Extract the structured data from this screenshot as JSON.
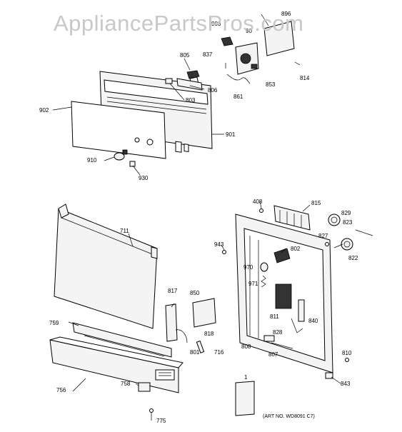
{
  "watermark": "AppliancePartsPros.com",
  "art_number": "(ART NO. WD8091 C7)",
  "callouts": {
    "p896": "896",
    "p903": "903",
    "p90": "90",
    "p837": "837",
    "p805": "805",
    "p814": "814",
    "p853": "853",
    "p806": "806",
    "p803": "803",
    "p861": "861",
    "p902": "902",
    "p901": "901",
    "p910": "910",
    "p930": "930",
    "p711": "711",
    "p408": "408",
    "p815": "815",
    "p829": "829",
    "p823": "823",
    "p827": "827",
    "p943": "943",
    "p802": "802",
    "p822": "822",
    "p970": "970",
    "p971": "971",
    "p817": "817",
    "p850": "850",
    "p811": "811",
    "p840": "840",
    "p759": "759",
    "p818": "818",
    "p828": "828",
    "p801": "801",
    "p716": "716",
    "p808": "808",
    "p807": "807",
    "p810": "810",
    "p756": "756",
    "p758": "758",
    "p843": "843",
    "p1": "1",
    "p775": "775"
  }
}
